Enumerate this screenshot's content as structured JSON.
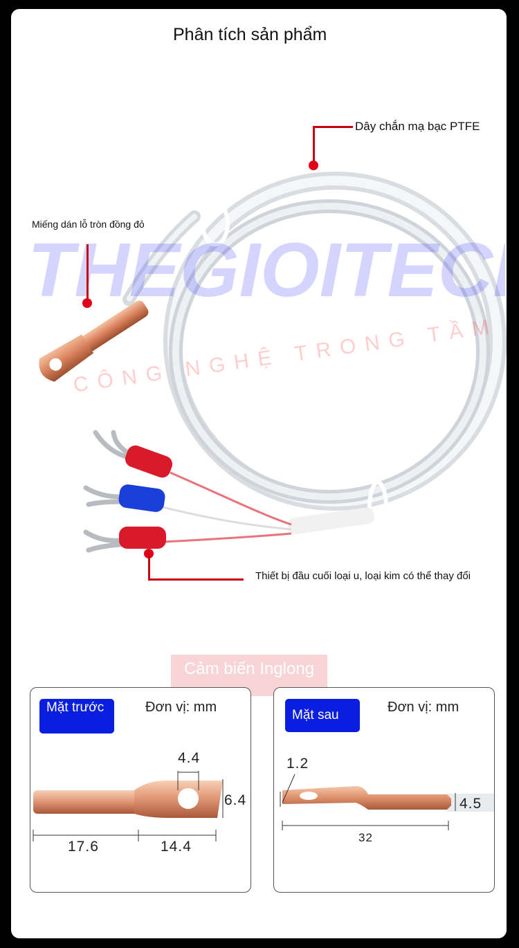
{
  "title": "Phân tích sản phẩm",
  "labels": {
    "shield": "Dây chắn mạ bạc PTFE",
    "lug": "Miếng dán lỗ tròn đồng đỏ",
    "terminal": "Thiết bị đầu cuối loại u, loại kim có thể thay đổi"
  },
  "watermark": {
    "brand": "THEGIOITECH",
    "slogan1": "CÔNG NGHỆ TRONG TẦM TAY"
  },
  "brand_stamp": "Cảm biến Inglong",
  "front": {
    "badge": "Mặt trước",
    "unit": "Đơn vị: mm",
    "dims": {
      "hole": "4.4",
      "width": "6.4",
      "tube": "17.6",
      "head": "14.4"
    }
  },
  "back": {
    "badge": "Mặt sau",
    "unit": "Đơn vị: mm",
    "dims": {
      "thickness": "1.2",
      "cable": "4.5",
      "length": "32"
    }
  },
  "colors": {
    "accent_red": "#c8000f",
    "badge_blue": "#0a1ee0",
    "copper": "#d9825c",
    "terminal_red": "#d81a2a",
    "terminal_blue": "#1a3fd8"
  }
}
